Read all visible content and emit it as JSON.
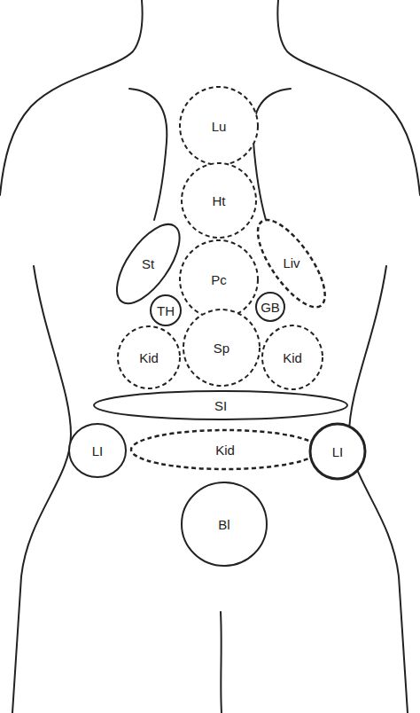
{
  "diagram": {
    "nodes": [
      {
        "text": [
          "Lu"
        ]
      },
      {
        "text": [
          "Ht"
        ]
      },
      {
        "text": [
          "St"
        ]
      },
      {
        "text": [
          "Pc"
        ]
      },
      {
        "text": [
          "Liv"
        ]
      },
      {
        "text": [
          "TH"
        ]
      },
      {
        "text": [
          "GB"
        ]
      },
      {
        "text": [
          "Kid"
        ]
      },
      {
        "text": [
          "Sp"
        ]
      },
      {
        "text": [
          "Kid"
        ]
      },
      {
        "text": [
          "SI"
        ]
      },
      {
        "text": [
          "LI"
        ]
      },
      {
        "text": [
          "Kid"
        ]
      },
      {
        "text": [
          "LI"
        ]
      },
      {
        "text": [
          "Bl"
        ]
      }
    ]
  }
}
